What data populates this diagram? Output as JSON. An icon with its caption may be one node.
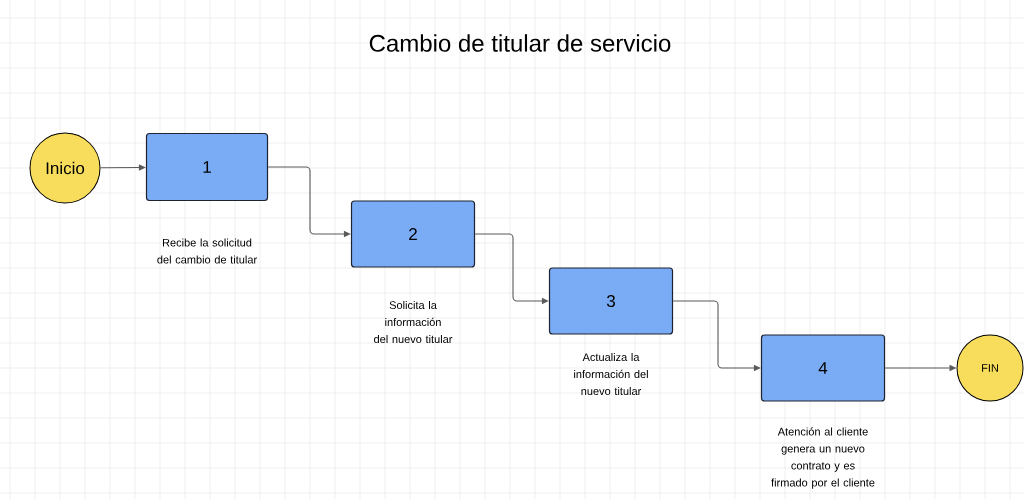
{
  "diagram": {
    "title": "Cambio de titular de servicio",
    "nodes": [
      {
        "text": [
          "Inicio"
        ]
      },
      {
        "text": [
          "1"
        ],
        "beside": [
          "Recibe la solicitud del cambio de titular"
        ]
      },
      {
        "text": [
          "2"
        ],
        "beside": [
          "Solicita la información del nuevo titular"
        ]
      },
      {
        "text": [
          "3"
        ],
        "beside": [
          "Actualiza la información del nuevo titular"
        ]
      },
      {
        "text": [
          "4"
        ],
        "beside": [
          "Atención al cliente genera un nuevo contrato y es firmado por el cliente"
        ]
      },
      {
        "text": [
          "FIN"
        ]
      }
    ],
    "edges": [
      {
        "from": 0,
        "to": 1,
        "arrow": "to"
      },
      {
        "from": 1,
        "to": 2,
        "arrow": "to"
      },
      {
        "from": 2,
        "to": 3,
        "arrow": "to"
      },
      {
        "from": 3,
        "to": 4,
        "arrow": "to"
      },
      {
        "from": 4,
        "to": 5,
        "arrow": "to"
      }
    ]
  }
}
